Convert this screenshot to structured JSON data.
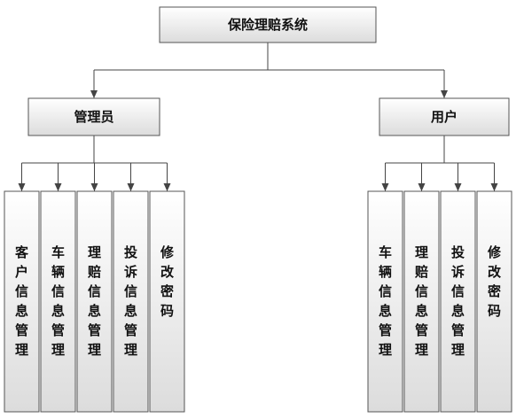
{
  "diagram": {
    "root": {
      "label": "保险理赔系统",
      "children": [
        {
          "label": "管理员",
          "children": [
            "客户信息管理",
            "车辆信息管理",
            "理赔信息管理",
            "投诉信息管理",
            "修改密码"
          ]
        },
        {
          "label": "用户",
          "children": [
            "车辆信息管理",
            "理赔信息管理",
            "投诉信息管理",
            "修改密码"
          ]
        }
      ]
    },
    "colors": {
      "box_top": "#ffffff",
      "box_bottom": "#dcdcdc",
      "border": "#555555",
      "line": "#444444",
      "text": "#111111"
    }
  }
}
